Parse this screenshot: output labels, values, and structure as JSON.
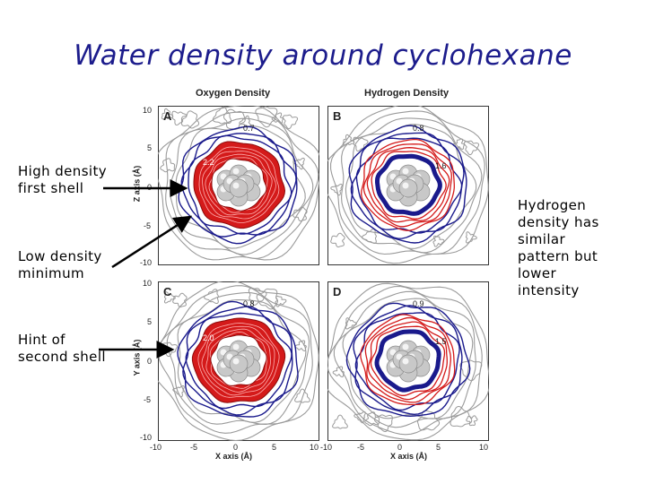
{
  "slide": {
    "title": "Water density around cyclohexane"
  },
  "callouts": {
    "high_density": "High density\nfirst shell",
    "low_density": "Low density\nminimum",
    "second_shell": "Hint of\nsecond shell",
    "hydrogen_note": "Hydrogen\ndensity has\nsimilar\npattern but\nlower\nintensity"
  },
  "figure": {
    "col_titles": [
      "Oxygen Density",
      "Hydrogen Density"
    ],
    "panels": [
      {
        "letter": "A",
        "outer_value": "0.7",
        "inner_value": "2.2"
      },
      {
        "letter": "B",
        "outer_value": "0.8",
        "inner_value": "1.6"
      },
      {
        "letter": "C",
        "outer_value": "0.8",
        "inner_value": "2.0"
      },
      {
        "letter": "D",
        "outer_value": "0.9",
        "inner_value": "1.5"
      }
    ],
    "y_ticks": [
      "10",
      "5",
      "0",
      "-5",
      "-10"
    ],
    "x_ticks": [
      "-10",
      "-5",
      "0",
      "5",
      "10"
    ],
    "z_axis_label": "Z axis (Å)",
    "y_axis_label": "Y axis (Å)",
    "x_axis_label": "X axis (Å)",
    "colors": {
      "high": "#d41a1a",
      "low": "#1a1a8c",
      "background_contour": "#9a9a9a"
    }
  }
}
